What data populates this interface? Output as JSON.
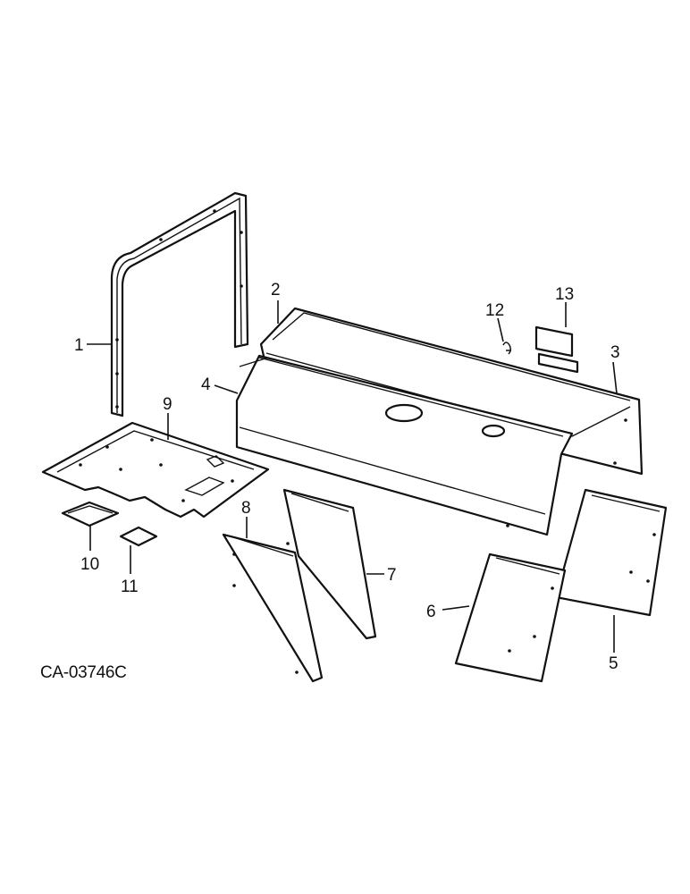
{
  "callouts": {
    "c1": "1",
    "c2": "2",
    "c3": "3",
    "c4": "4",
    "c5": "5",
    "c6": "6",
    "c7": "7",
    "c8": "8",
    "c9": "9",
    "c10": "10",
    "c11": "11",
    "c12": "12",
    "c13": "13"
  },
  "reference_code": "CA-03746C",
  "colors": {
    "ink": "#111111",
    "paper": "#ffffff"
  }
}
